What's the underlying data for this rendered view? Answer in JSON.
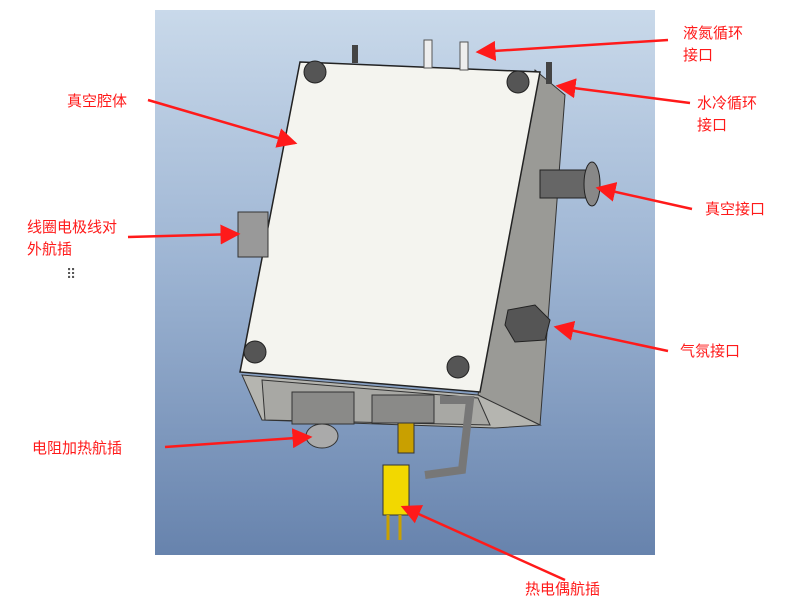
{
  "labels": {
    "ln2_line1": "液氮循环",
    "ln2_line2": "接口",
    "water_line1": "水冷循环",
    "water_line2": "接口",
    "chamber": "真空腔体",
    "vacuum_port": "真空接口",
    "coil_line1": "线圈电极线对",
    "coil_line2": "外航插",
    "gas_port": "气氛接口",
    "heater": "电阻加热航插",
    "thermocouple": "热电偶航插"
  },
  "colors": {
    "annotation": "#ff1a1a",
    "box": "#f4f4ef"
  }
}
